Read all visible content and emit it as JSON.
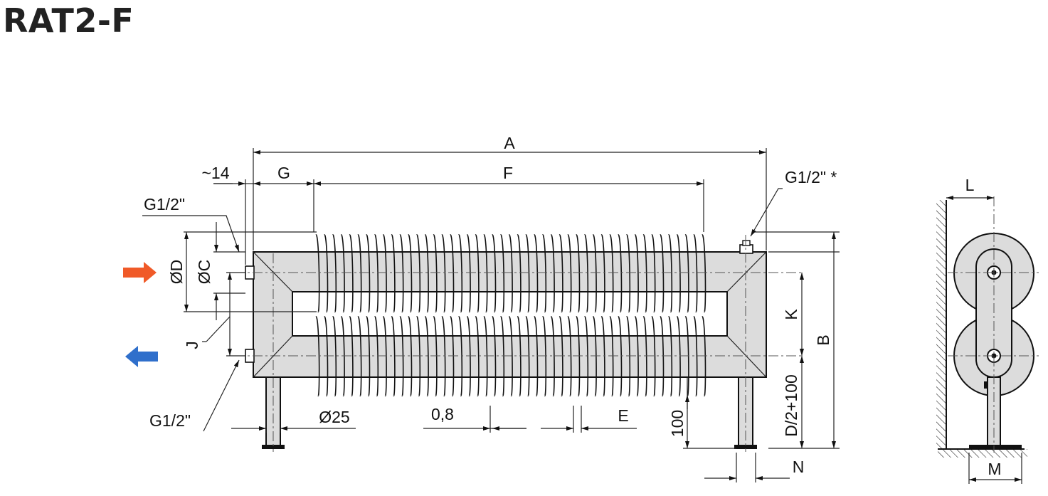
{
  "title": "RAT2-F",
  "colors": {
    "body": "#dcdcdc",
    "outline": "#111111",
    "supply_arrow": "#f05a28",
    "return_arrow": "#2f6fcb"
  },
  "dimensions": {
    "A": "A",
    "F": "F",
    "G": "G",
    "tilde14": "~14",
    "G12_star": "G1/2\" *",
    "G12_top": "G1/2\"",
    "G12_bottom": "G1/2\"",
    "OD": "ØD",
    "OC": "ØC",
    "J": "J",
    "K": "K",
    "B": "B",
    "D2_100": "D/2+100",
    "h100": "100",
    "N": "N",
    "O25": "Ø25",
    "p08": "0,8",
    "E": "E",
    "L": "L",
    "M": "M"
  },
  "icons": {
    "supply": "arrow-right-icon",
    "return": "arrow-left-icon"
  }
}
